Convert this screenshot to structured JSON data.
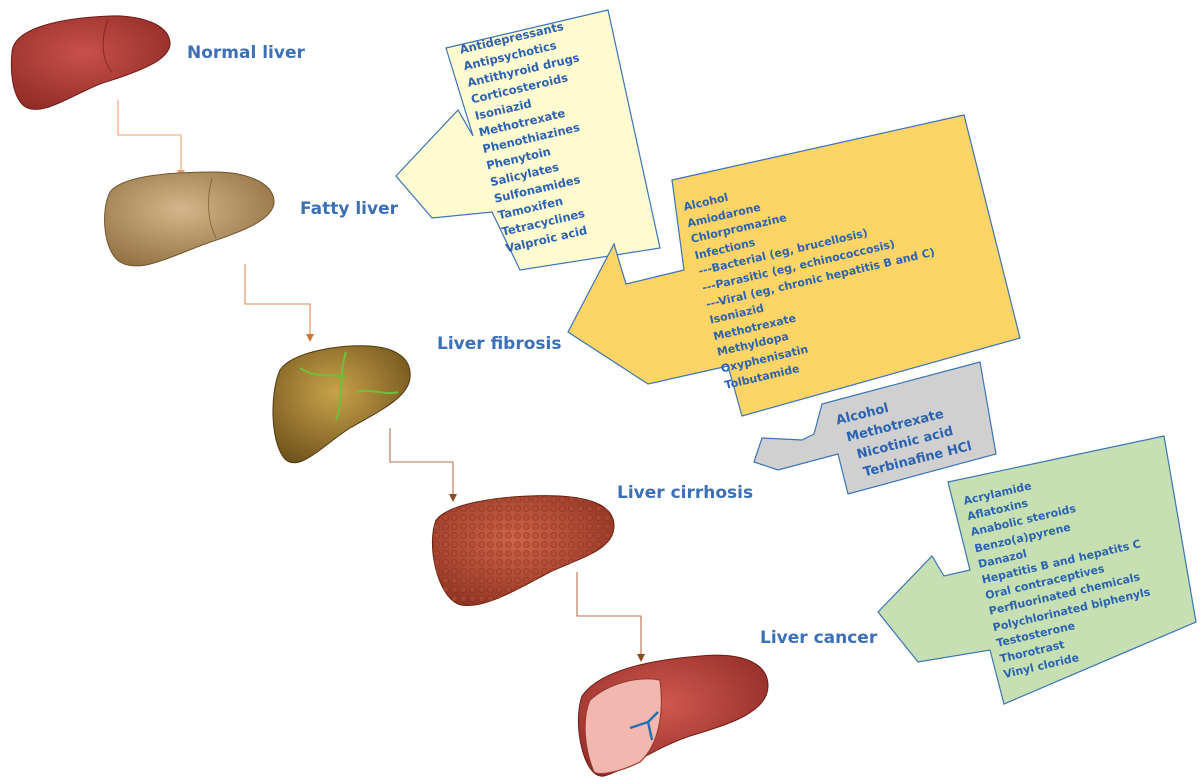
{
  "stages": [
    {
      "name": "normal",
      "label": "Normal liver"
    },
    {
      "name": "fatty",
      "label": "Fatty liver"
    },
    {
      "name": "fibrosis",
      "label": "Liver fibrosis"
    },
    {
      "name": "cirrhosis",
      "label": "Liver cirrhosis"
    },
    {
      "name": "cancer",
      "label": "Liver  cancer"
    }
  ],
  "callouts": {
    "fatty": {
      "color": "#fffbd0",
      "items": [
        "Antidepressants",
        "Antipsychotics",
        "Antithyroid drugs",
        "Corticosteroids",
        "Isoniazid",
        "Methotrexate",
        "Phenothiazines",
        "Phenytoin",
        "Salicylates",
        "Sulfonamides",
        "Tamoxifen",
        "Tetracyclines",
        "Valproic acid"
      ]
    },
    "fibrosis": {
      "color": "#fdd466",
      "items": [
        "Alcohol",
        "Amiodarone",
        "Chlorpromazine",
        "Infections",
        "---Bacterial (eg, brucellosis)",
        "---Parasitic (eg, echinococcosis)",
        "---Viral (eg, chronic hepatitis B and C)",
        "Isoniazid",
        "Methotrexate",
        "Methyldopa",
        "Oxyphenisatin",
        "Tolbutamide"
      ]
    },
    "cirrhosis": {
      "color": "#d0d0d0",
      "items": [
        "Alcohol",
        "Methotrexate",
        "Nicotinic acid",
        "Terbinafine HCl"
      ]
    },
    "cancer": {
      "color": "#c6e0b4",
      "items": [
        "Acrylamide",
        "Aflatoxins",
        "Anabolic steroids",
        "Benzo(a)pyrene",
        "Danazol",
        "Hepatitis B and hepatits C",
        "Oral contraceptives",
        "Perfluorinated chemicals",
        "Polychlorinated biphenyls",
        "Testosterone",
        "Thorotrast",
        "Vinyl cloride"
      ]
    }
  }
}
